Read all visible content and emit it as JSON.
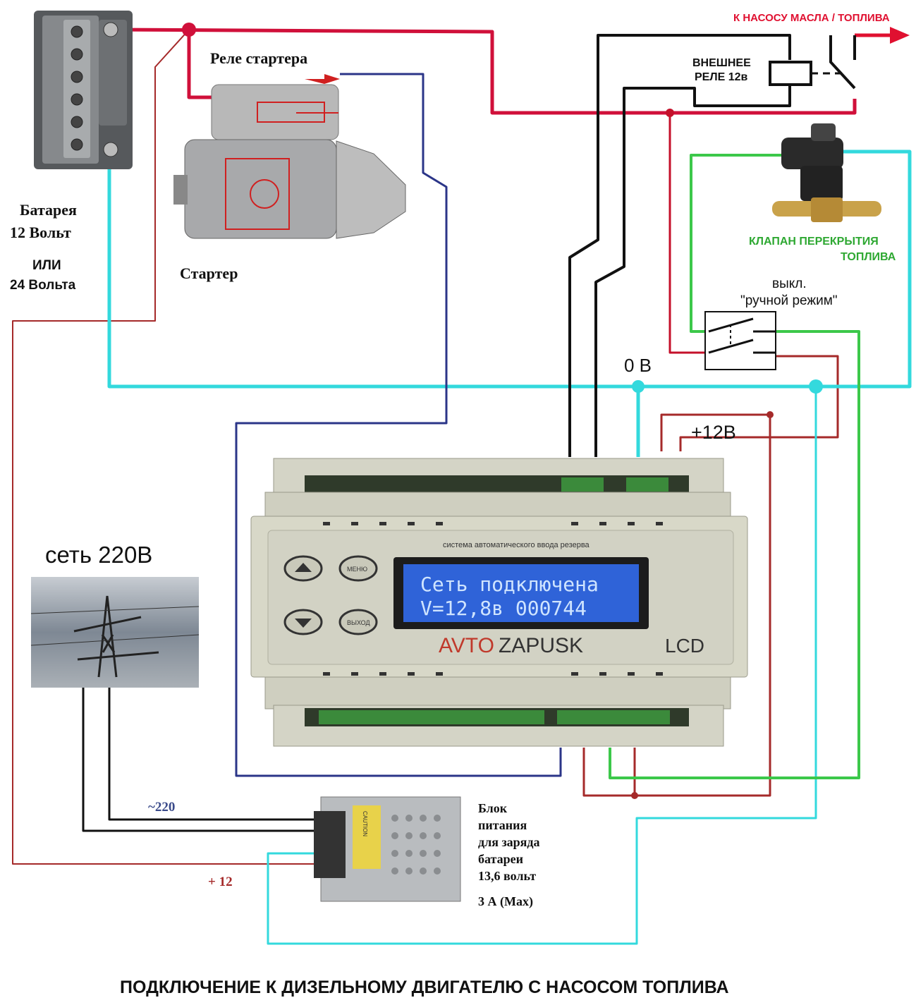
{
  "labels": {
    "pump": "К НАСОСУ  МАСЛА / ТОПЛИВА",
    "starter_relay": "Реле стартера",
    "external_relay_line1": "ВНЕШНЕЕ",
    "external_relay_line2": "РЕЛЕ  12в",
    "battery_line1": "Батарея",
    "battery_line2": "12 Вольт",
    "battery_line3": "ИЛИ",
    "battery_line4": "24 Вольта",
    "starter": "Стартер",
    "fuel_valve_line1": "КЛАПАН  ПЕРЕКРЫТИЯ",
    "fuel_valve_line2": "ТОПЛИВА",
    "switch_line1": "выкл.",
    "switch_line2": "\"ручной режим\"",
    "zero_volt": "0 В",
    "plus12": "+12В",
    "mains": "сеть 220В",
    "ac220": "~220",
    "psu_plus12": "+ 12",
    "psu_line1": "Блок",
    "psu_line2": "питания",
    "psu_line3": "для заряда",
    "psu_line4": "батареи",
    "psu_line5": "13,6 вольт",
    "psu_line6": "3 А (Max)",
    "footer": "ПОДКЛЮЧЕНИЕ  К ДИЗЕЛЬНОМУ ДВИГАТЕЛЮ С НАСОСОМ ТОПЛИВА"
  },
  "device": {
    "subtitle": "система автоматического ввода резерва",
    "lcd_line1": "Сеть  подключена",
    "lcd_line2": "V=12,8в  000744",
    "brand_avto": "AVTO",
    "brand_zapusk": "ZAPUSK",
    "model": "LCD",
    "btn_menu": "МЕНЮ",
    "btn_exit": "ВЫХОД"
  },
  "psu": {
    "caution": "CAUTION"
  },
  "colors": {
    "red": "#d0103a",
    "dark_red": "#a52a2a",
    "cyan": "#33d9dd",
    "navy": "#2b3588",
    "green": "#3cc84a",
    "black": "#111111",
    "lcd_bg": "#2f63d8",
    "lcd_text": "#cfe4ff",
    "device_body": "#cfcfc0"
  }
}
